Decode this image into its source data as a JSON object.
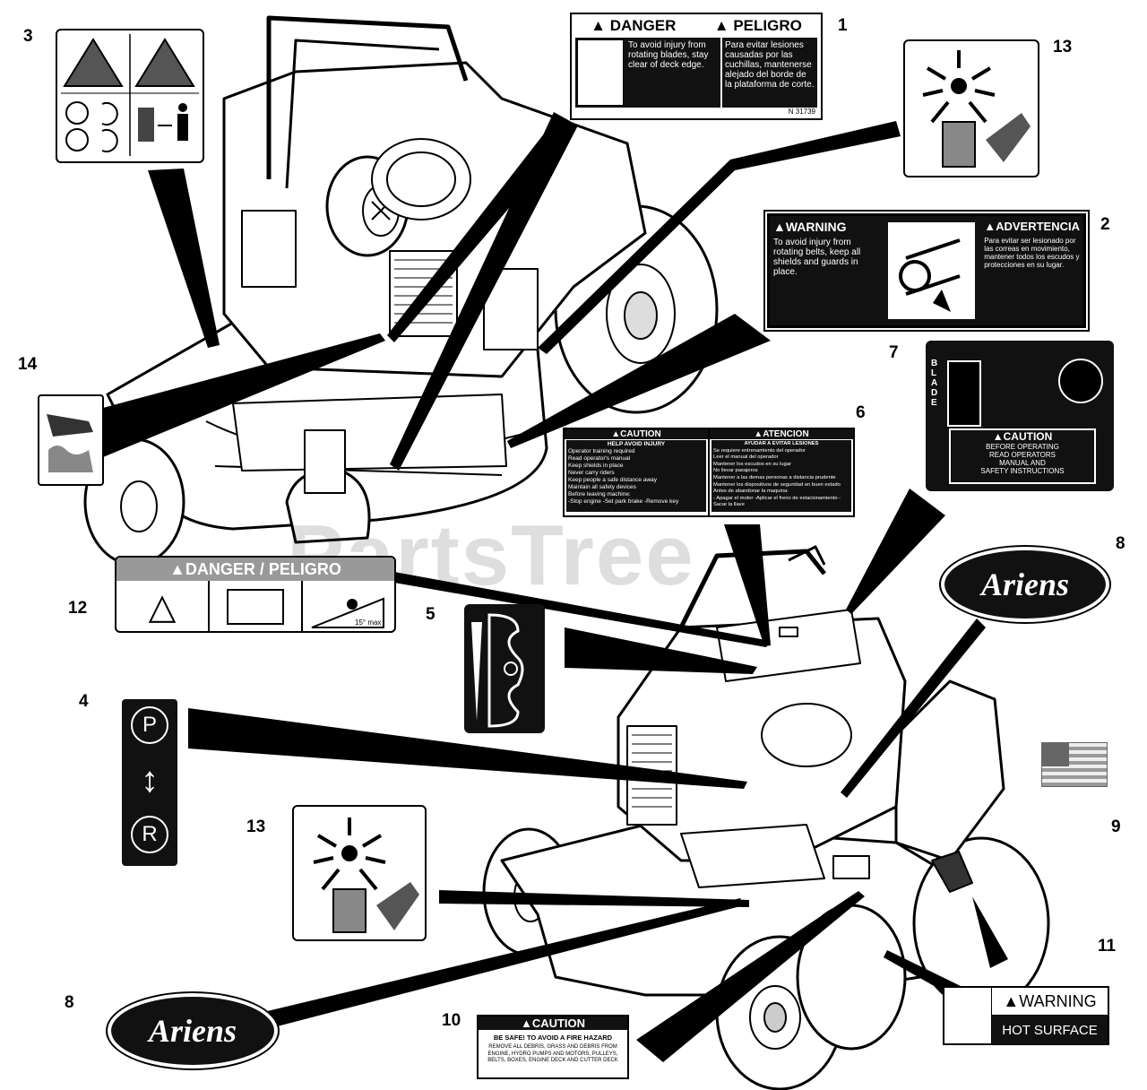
{
  "watermark": "PartsTree",
  "callouts": [
    "1",
    "2",
    "3",
    "4",
    "5",
    "6",
    "7",
    "8",
    "8",
    "9",
    "10",
    "11",
    "12",
    "13",
    "13",
    "14"
  ],
  "decal1": {
    "danger": "DANGER",
    "peligro": "PELIGRO",
    "en_text": "To avoid injury from rotating blades, stay clear of deck edge.",
    "es_text": "Para evitar lesiones causadas por las cuchillas, mantenerse alejado del borde de la plataforma de corte.",
    "part_no": "N 31739"
  },
  "decal2": {
    "warning": "WARNING",
    "advertencia": "ADVERTENCIA",
    "en_text": "To avoid injury from rotating belts, keep all shields and guards in place.",
    "es_text": "Para evitar ser lesionado por las correas en movimiento, mantener todos los escudos y protecciones en su lugar."
  },
  "decal6": {
    "caution": "CAUTION",
    "atencion": "ATENCION",
    "en_sub": "HELP AVOID INJURY",
    "es_sub": "AYUDAR A EVITAR LESIONES",
    "en_items": [
      "Operator training required",
      "Read operator's manual",
      "Keep shields in place",
      "Never carry riders",
      "Keep people a safe distance away",
      "Maintain all safety devices",
      "Before leaving machine:"
    ],
    "en_last": "-Stop engine -Set park brake -Remove key",
    "es_items": [
      "Se requiere entrenamiento del operador",
      "Leer el manual del operador",
      "Mantener los escudos en su lugar",
      "No llevar pasajeros",
      "Mantener a las demas personas a distancia prudente",
      "Mantener los dispositivos de seguridad en buen estado",
      "Antes de abandonar la maquina:"
    ],
    "es_last": "- Apagar el motor -Aplicar el freno de estacionamiento -Sacar la llave"
  },
  "decal7": {
    "blade": "BLADE",
    "caution": "CAUTION",
    "lines": [
      "BEFORE OPERATING",
      "READ OPERATORS",
      "MANUAL AND",
      "SAFETY INSTRUCTIONS"
    ]
  },
  "decal8": {
    "brand": "Ariens"
  },
  "decal10": {
    "caution": "CAUTION",
    "headline": "BE SAFE! TO AVOID A FIRE HAZARD",
    "text": "REMOVE ALL DEBRIS, GRASS AND DEBRIS FROM ENGINE, HYDRO PUMPS AND MOTORS, PULLEYS, BELTS, BOXES, ENGINE DECK AND CUTTER DECK"
  },
  "decal11": {
    "warning": "WARNING",
    "hot": "HOT SURFACE"
  },
  "decal12": {
    "header": "DANGER / PELIGRO",
    "slope": "15° max"
  },
  "decal4": {
    "top": "P",
    "bottom": "R"
  },
  "colors": {
    "ink": "#111111",
    "paper": "#ffffff",
    "watermark": "#d8d8d8"
  }
}
